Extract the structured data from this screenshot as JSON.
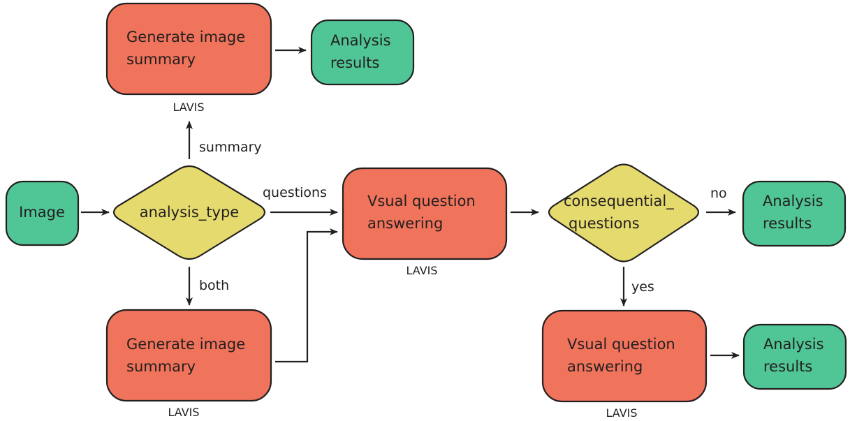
{
  "colors": {
    "process": "#f0735b",
    "terminal": "#50c596",
    "decision": "#e4da6e",
    "stroke": "#231f20"
  },
  "nodes": {
    "image": {
      "lines": [
        "Image"
      ]
    },
    "analysis_type": {
      "lines": [
        "analysis_type"
      ]
    },
    "summary_top": {
      "lines": [
        "Generate image",
        "summary"
      ],
      "tag": "LAVIS"
    },
    "results_top": {
      "lines": [
        "Analysis",
        "results"
      ]
    },
    "summary_bottom": {
      "lines": [
        "Generate image",
        "summary"
      ],
      "tag": "LAVIS"
    },
    "vqa_middle": {
      "lines": [
        "Vsual question",
        "answering"
      ],
      "tag": "LAVIS"
    },
    "consequential": {
      "lines": [
        "consequential_",
        "questions"
      ]
    },
    "results_middle": {
      "lines": [
        "Analysis",
        "results"
      ]
    },
    "vqa_bottom": {
      "lines": [
        "Vsual question",
        "answering"
      ],
      "tag": "LAVIS"
    },
    "results_bottom": {
      "lines": [
        "Analysis",
        "results"
      ]
    }
  },
  "edge_labels": {
    "summary": "summary",
    "questions": "questions",
    "both": "both",
    "no": "no",
    "yes": "yes"
  }
}
